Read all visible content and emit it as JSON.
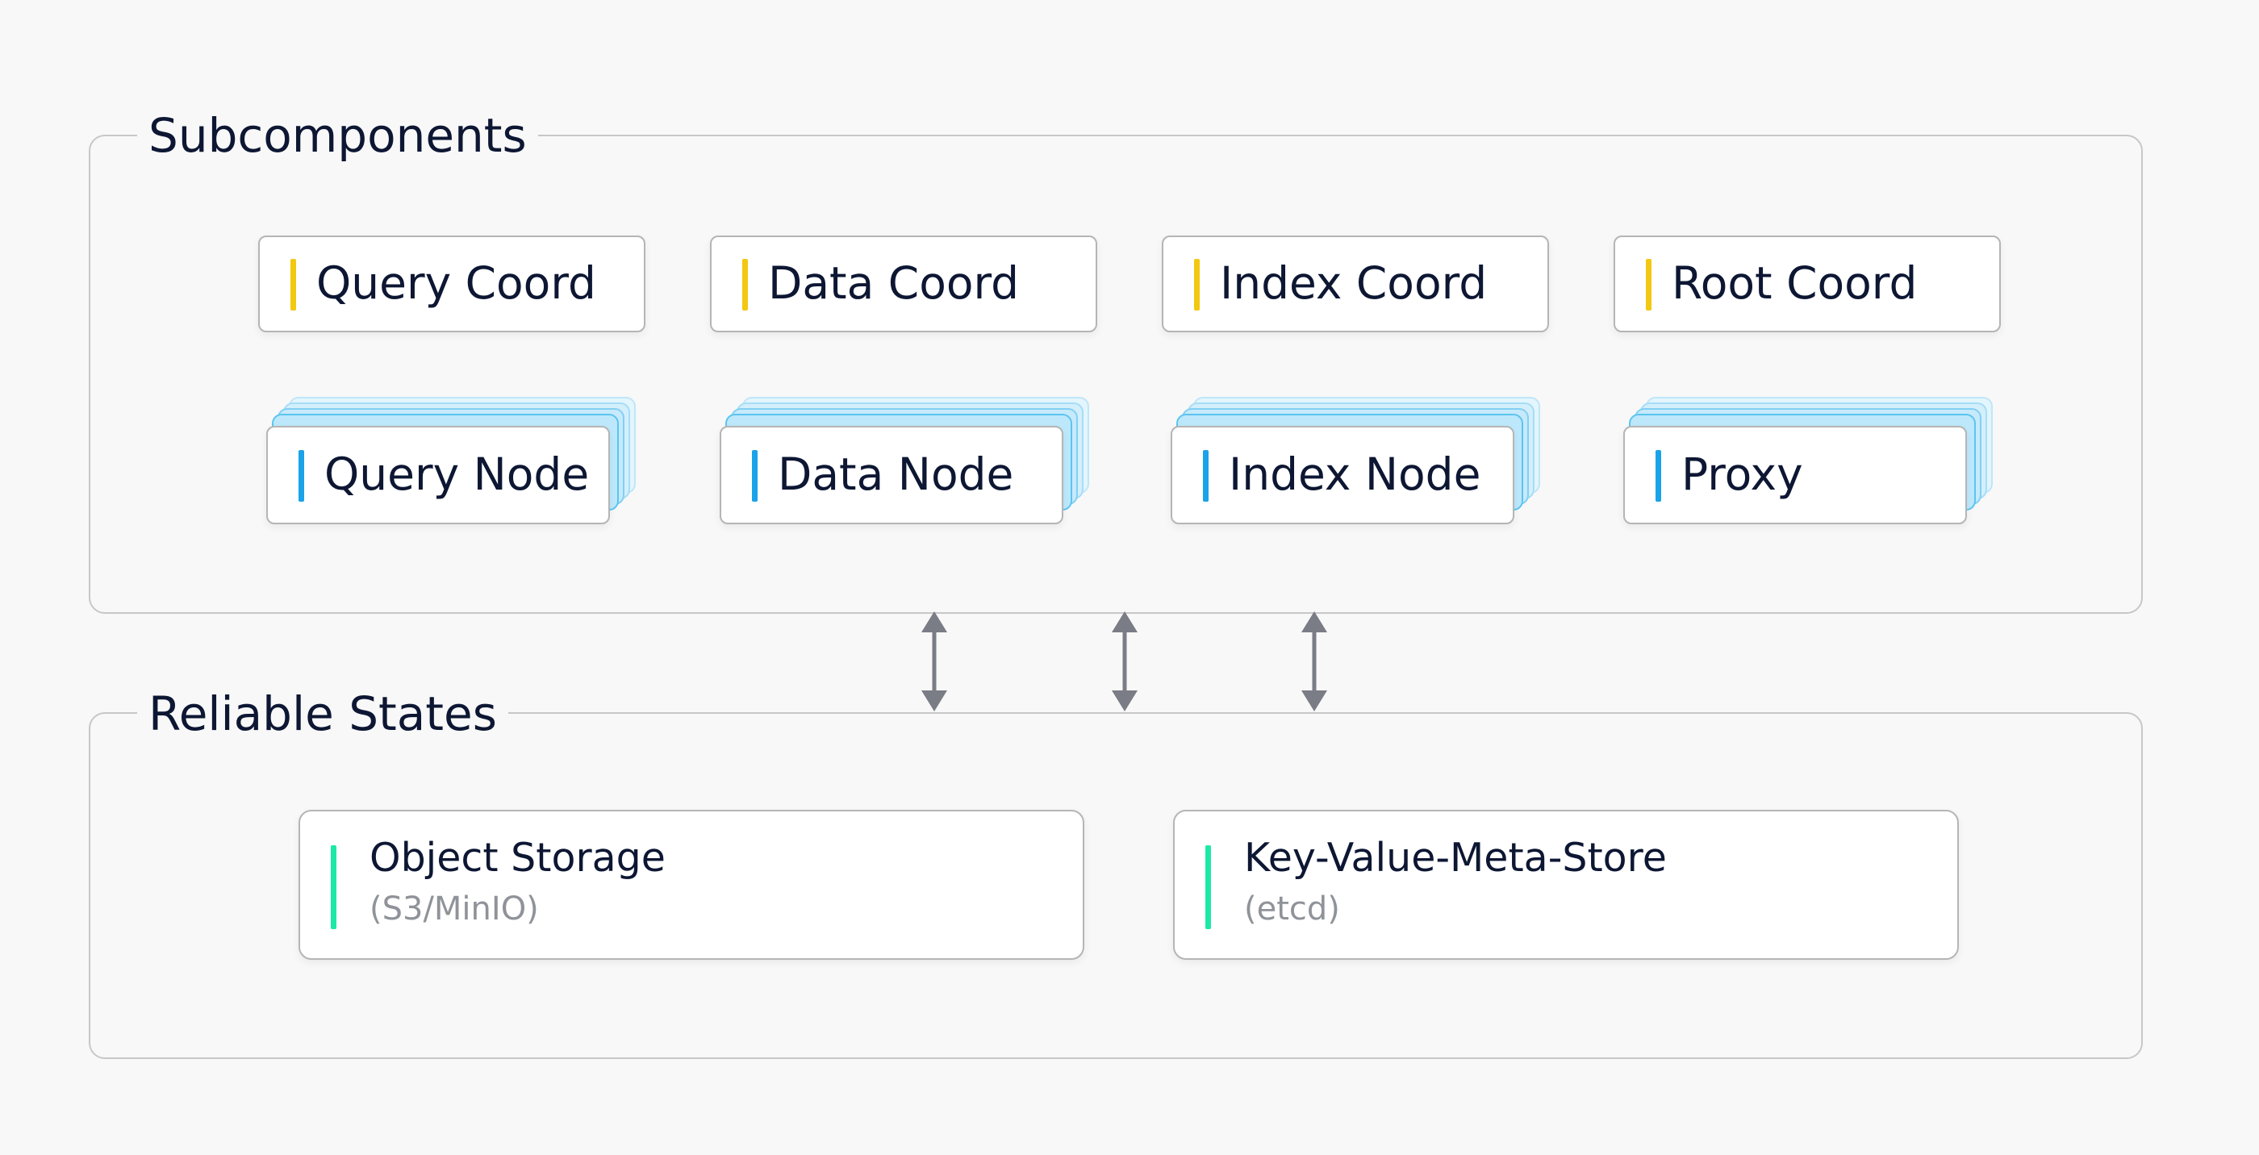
{
  "groups": {
    "subcomponents": {
      "title": "Subcomponents"
    },
    "reliable_states": {
      "title": "Reliable States"
    }
  },
  "coords": [
    {
      "label": "Query Coord"
    },
    {
      "label": "Data Coord"
    },
    {
      "label": "Index Coord"
    },
    {
      "label": "Root Coord"
    }
  ],
  "nodes": [
    {
      "label": "Query Node"
    },
    {
      "label": "Data Node"
    },
    {
      "label": "Index Node"
    },
    {
      "label": "Proxy"
    }
  ],
  "stores": [
    {
      "label": "Object Storage",
      "sublabel": "(S3/MinIO)"
    },
    {
      "label": "Key-Value-Meta-Store",
      "sublabel": "(etcd)"
    }
  ],
  "colors": {
    "background": "#f8f8f8",
    "coord_accent": "#f2c811",
    "node_accent": "#1aa3e8",
    "store_accent": "#1de9a6",
    "stack_fill": "#bde8fb",
    "stack_border": "#5cc4f0",
    "arrow": "#7a7c86",
    "sublabel": "#8f9399"
  },
  "arrows": {
    "count": 3,
    "direction": "bidirectional"
  }
}
